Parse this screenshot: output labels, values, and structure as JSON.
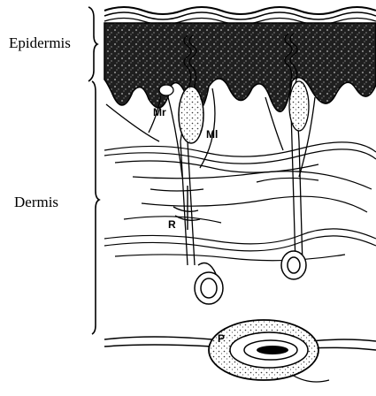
{
  "labels": {
    "epidermis": "Epidermis",
    "dermis": "Dermis",
    "merkel": "Mr",
    "meissner": "Ml",
    "ruffini": "R",
    "pacinian": "P"
  },
  "colors": {
    "ink": "#000000",
    "epidermis_fill": "#2a2a2a",
    "paper": "#ffffff"
  }
}
